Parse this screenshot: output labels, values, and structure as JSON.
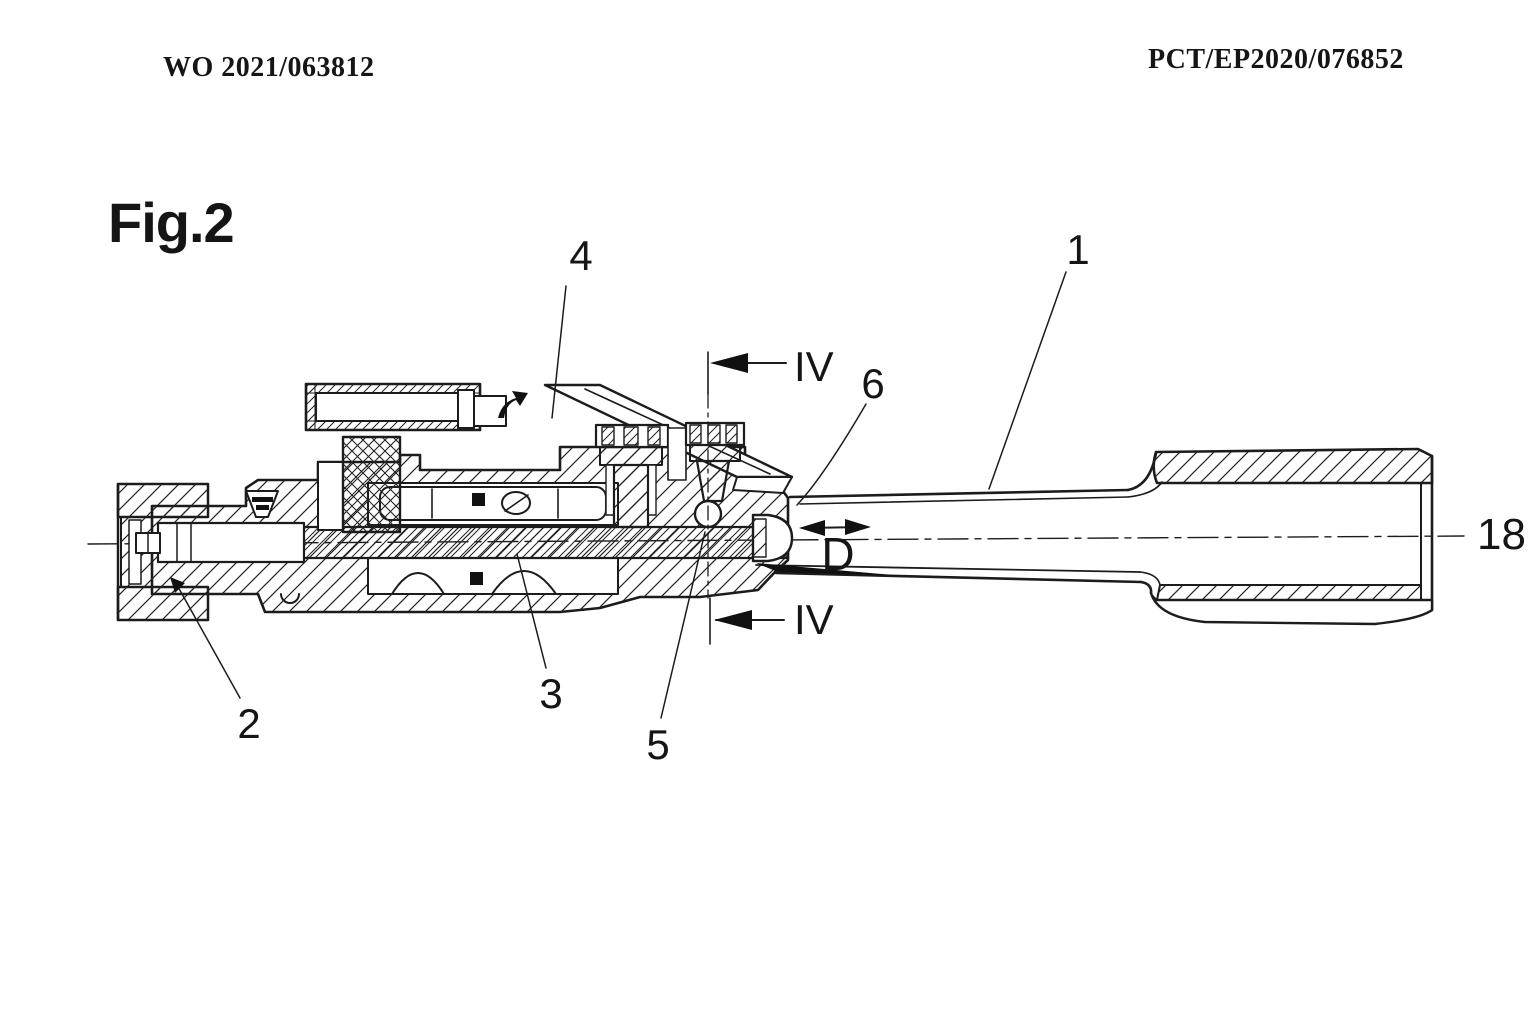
{
  "page": {
    "header_left": "WO 2021/063812",
    "header_right": "PCT/EP2020/076852",
    "figure_label": "Fig.2"
  },
  "figure": {
    "kind": "patent cross-section drawing",
    "reference_numerals": [
      {
        "label": "4"
      },
      {
        "label": "1"
      },
      {
        "label": "6"
      },
      {
        "label": "18"
      },
      {
        "label": "2"
      },
      {
        "label": "3"
      },
      {
        "label": "5"
      }
    ],
    "section_markers": [
      {
        "label": "IV"
      },
      {
        "label": "IV"
      }
    ],
    "dimension_arrow_label": "D",
    "colors": {
      "ink": "#1c1c1c",
      "paper": "#ffffff"
    }
  }
}
